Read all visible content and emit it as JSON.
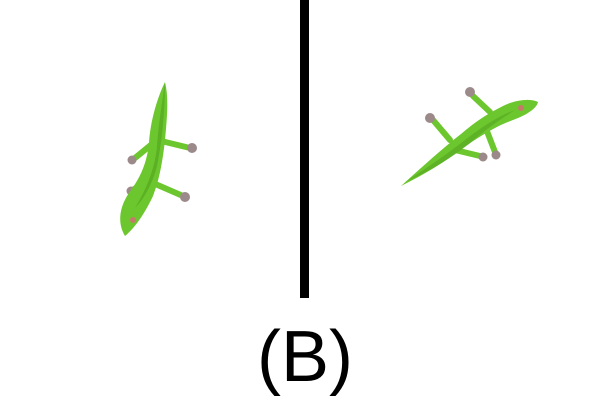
{
  "figure": {
    "label": "(B)",
    "divider_color": "#000000",
    "lizard_body_color": "#6cc72e",
    "lizard_shadow_color": "#4f9e1c",
    "lizard_toe_color": "#9c8a8a",
    "lizards": [
      {
        "name": "left-lizard",
        "icon": "gecko-icon"
      },
      {
        "name": "right-lizard",
        "icon": "gecko-icon"
      }
    ]
  }
}
